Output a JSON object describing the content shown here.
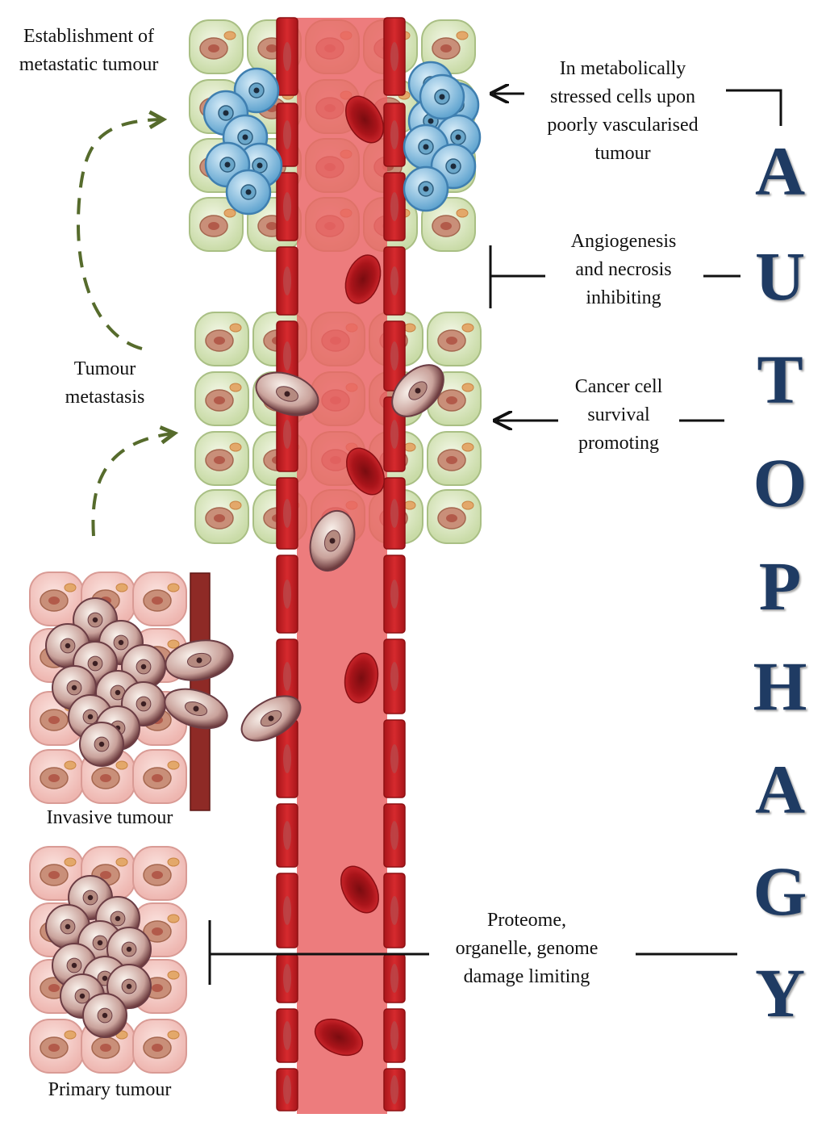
{
  "labels": {
    "establishment": [
      "Establishment of",
      "metastatic tumour"
    ],
    "metastasis": [
      "Tumour",
      "metastasis"
    ],
    "invasive": "Invasive tumour",
    "primary": "Primary tumour",
    "stressed": [
      "In metabolically",
      "stressed cells upon",
      "poorly vascularised",
      "tumour"
    ],
    "angiogenesis": [
      "Angiogenesis",
      "and necrosis",
      "inhibiting"
    ],
    "survival": [
      "Cancer cell",
      "survival",
      "promoting"
    ],
    "proteome": [
      "Proteome,",
      "organelle, genome",
      "damage limiting"
    ]
  },
  "autophagy_letters": [
    "A",
    "U",
    "T",
    "O",
    "P",
    "H",
    "A",
    "G",
    "Y"
  ],
  "colors": {
    "vessel_lumen": "#e8585a",
    "endothelium": "#c41a1e",
    "rbc": "#b3161c",
    "healthy_cell": "#dce8c3",
    "stressed_cell": "#8fc3e0",
    "tumour_cell": "#e9d6cf",
    "pink_tissue": "#f3c9c5",
    "arrow_dashed": "#566b2c",
    "autophagy_text": "#1f3b63",
    "basement_membrane": "#8e2a26"
  }
}
